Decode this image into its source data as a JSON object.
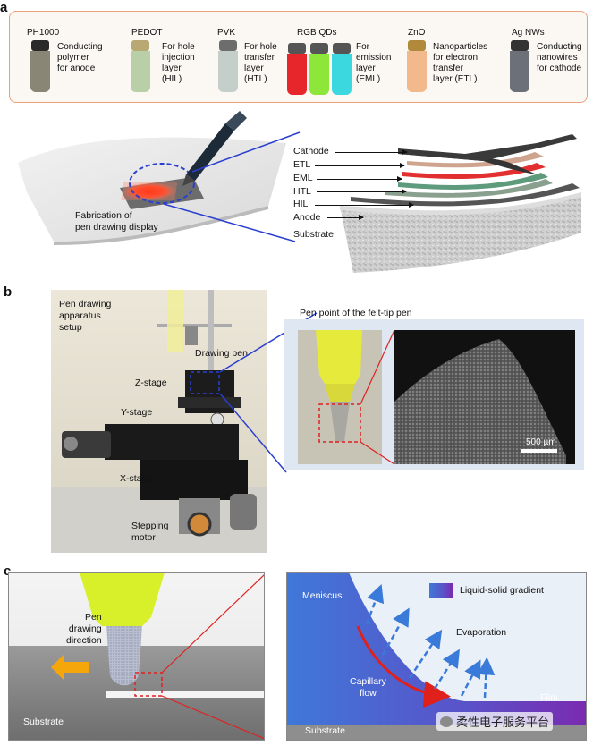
{
  "panel_a": {
    "letter": "a",
    "materials": [
      {
        "name": "PH1000",
        "desc": [
          "Conducting",
          "polymer",
          "for anode"
        ],
        "color": "#8a8676"
      },
      {
        "name": "PEDOT",
        "desc": [
          "For hole",
          "injection",
          "layer",
          "(HIL)"
        ],
        "color": "#b8cfa8"
      },
      {
        "name": "PVK",
        "desc": [
          "For hole",
          "transfer",
          "layer",
          "(HTL)"
        ],
        "color": "#c4cfcc"
      },
      {
        "name": "RGB QDs",
        "desc": [
          "For",
          "emission",
          "layer",
          "(EML)"
        ],
        "colors": [
          "#e6262a",
          "#8fe63a",
          "#3bd8e0"
        ]
      },
      {
        "name": "ZnO",
        "desc": [
          "Nanoparticles",
          "for electron",
          "transfer",
          "layer (ETL)"
        ],
        "color": "#f1b98c"
      },
      {
        "name": "Ag NWs",
        "desc": [
          "Conducting",
          "nanowires",
          "for cathode"
        ],
        "color": "#6c7078"
      }
    ],
    "fabrication_label": [
      "Fabrication of",
      "pen drawing display"
    ],
    "layers": [
      "Cathode",
      "ETL",
      "EML",
      "HTL",
      "HIL",
      "Anode",
      "Substrate"
    ]
  },
  "panel_b": {
    "letter": "b",
    "apparatus_title": [
      "Pen drawing",
      "apparatus",
      "setup"
    ],
    "stage_labels": [
      "Drawing pen",
      "Z-stage",
      "Y-stage",
      "X-stage",
      "Stepping",
      "motor"
    ],
    "pen_point_title": "Pen point of the felt-tip pen",
    "scale_bar": "500 µm"
  },
  "panel_c": {
    "letter": "c",
    "direction_label": [
      "Pen",
      "drawing",
      "direction"
    ],
    "substrate_left": "Substrate",
    "meniscus": "Meniscus",
    "gradient_legend": "Liquid-solid gradient",
    "evaporation": "Evaporation",
    "capillary": [
      "Capillary",
      "flow"
    ],
    "film": "Film",
    "substrate_right": "Substrate"
  },
  "watermark": "柔性电子服务平台",
  "colors": {
    "box_border": "#e8a27a",
    "cathode_dark": "#3a3a3a",
    "eml_red": "#e23030",
    "htl_green": "#5e9a7c",
    "outline_blue": "#2a3fd0",
    "red_box": "#e02020",
    "pen_yellow": "#d8f02a",
    "flow_red": "#e0201a",
    "arrow_blue": "#3a7ad8"
  }
}
